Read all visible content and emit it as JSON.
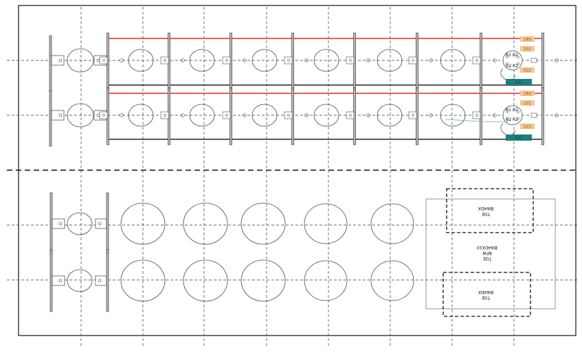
{
  "tags": {
    "top_row": [
      "1R0",
      "101",
      "222",
      "221"
    ],
    "bottom_row": [
      "1R0",
      "101",
      "222",
      "221"
    ]
  },
  "connector": {
    "pins": [
      "R1",
      "B2",
      "G2",
      "R2"
    ]
  },
  "labels": {
    "box_top": [
      "TOE",
      "BI64DX"
    ],
    "box_middle": [
      "TOE",
      "BFW",
      "BI64DX10"
    ],
    "box_bottom": [
      "TOE",
      "BI64DX"
    ]
  },
  "colors": {
    "red_line": "#e8261d",
    "black_line": "#222222",
    "tag_fill": "#f2c894",
    "tag_text": "#c44a00",
    "tag_teal": "#1c7e7e",
    "teal_wire": "#6aa",
    "grid_dash": "#333333"
  }
}
